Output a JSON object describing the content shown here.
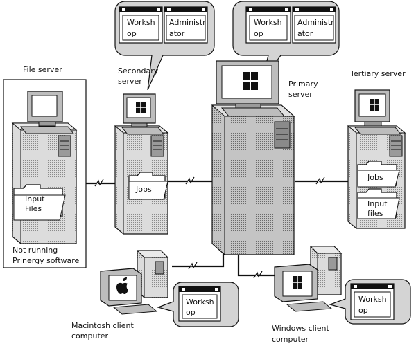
{
  "labels": {
    "file_server": "File server",
    "not_running_1": "Not running",
    "not_running_2": "Prinergy software",
    "secondary_1": "Secondary",
    "secondary_2": "server",
    "primary_1": "Primary",
    "primary_2": "server",
    "tertiary": "Tertiary server",
    "mac_1": "Macintosh client",
    "mac_2": "computer",
    "win_1": "Windows client",
    "win_2": "computer"
  },
  "folders": {
    "file_input_1": "Input",
    "file_input_2": "Files",
    "secondary_jobs": "Jobs",
    "tertiary_jobs": "Jobs",
    "tertiary_input_1": "Input",
    "tertiary_input_2": "files"
  },
  "windows": {
    "workshop_1": "Worksh",
    "workshop_2": "op",
    "admin_1": "Administr",
    "admin_2": "ator"
  },
  "colors": {
    "tower": "#cfcfcf",
    "bubble": "#d4d4d4",
    "stroke": "#111111"
  }
}
